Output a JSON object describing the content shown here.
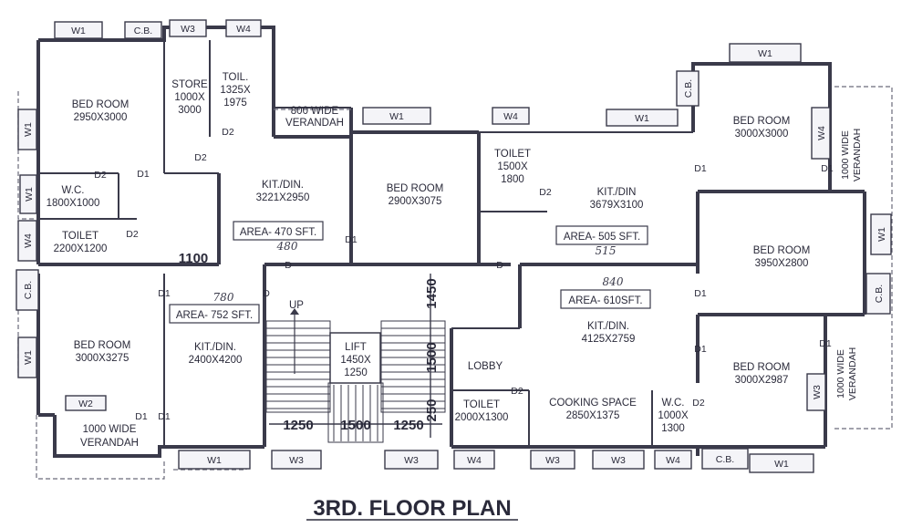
{
  "title": "3RD. FLOOR PLAN",
  "rooms": [
    {
      "id": "bed1",
      "name": "BED ROOM",
      "size": "2950X3000"
    },
    {
      "id": "store",
      "name": "STORE",
      "size": "1000X",
      "size2": "3000"
    },
    {
      "id": "toil1",
      "name": "TOIL.",
      "size": "1325X",
      "size2": "1975"
    },
    {
      "id": "ver1",
      "name": "800 WIDE",
      "size": "VERANDAH"
    },
    {
      "id": "wc1",
      "name": "W.C.",
      "size": "1800X1000"
    },
    {
      "id": "toilet1",
      "name": "TOILET",
      "size": "2200X1200"
    },
    {
      "id": "kit1",
      "name": "KIT./DIN.",
      "size": "3221X2950"
    },
    {
      "id": "bed2",
      "name": "BED ROOM",
      "size": "2900X3075"
    },
    {
      "id": "toilet2",
      "name": "TOILET",
      "size": "1500X",
      "size2": "1800"
    },
    {
      "id": "kit2",
      "name": "KIT./DIN",
      "size": "3679X3100"
    },
    {
      "id": "bed3",
      "name": "BED ROOM",
      "size": "3000X3000"
    },
    {
      "id": "ver2",
      "name": "1000 WIDE",
      "size": "VERANDAH"
    },
    {
      "id": "bed4",
      "name": "BED ROOM",
      "size": "3950X2800"
    },
    {
      "id": "bed5",
      "name": "BED ROOM",
      "size": "3000X3275"
    },
    {
      "id": "kit3",
      "name": "KIT./DIN.",
      "size": "2400X4200"
    },
    {
      "id": "lift",
      "name": "LIFT",
      "size": "1450X",
      "size2": "1250"
    },
    {
      "id": "lobby",
      "name": "LOBBY",
      "size": ""
    },
    {
      "id": "toilet3",
      "name": "TOILET",
      "size": "2000X1300"
    },
    {
      "id": "cook",
      "name": "COOKING SPACE",
      "size": "2850X1375"
    },
    {
      "id": "wc2",
      "name": "W.C.",
      "size": "1000X",
      "size2": "1300"
    },
    {
      "id": "kit4",
      "name": "KIT./DIN.",
      "size": "4125X2759"
    },
    {
      "id": "bed6",
      "name": "BED ROOM",
      "size": "3000X2987"
    },
    {
      "id": "ver3",
      "name": "1000 WIDE",
      "size": "VERANDAH"
    },
    {
      "id": "ver4",
      "name": "1000 WIDE",
      "size": "VERANDAH"
    }
  ],
  "areas": [
    {
      "id": "a1",
      "text": "AREA- 470 SFT.",
      "hand": "480"
    },
    {
      "id": "a2",
      "text": "AREA- 505 SFT.",
      "hand": "515"
    },
    {
      "id": "a3",
      "text": "AREA- 610SFT.",
      "hand": "840"
    },
    {
      "id": "a4",
      "text": "AREA- 752 SFT.",
      "hand": "780"
    }
  ],
  "up_label": "UP",
  "dims": {
    "d1100": "1100",
    "d1250a": "1250",
    "d1500": "1500",
    "d1250b": "1250",
    "d1450": "1450",
    "d1500v": "1500",
    "d250": "250"
  },
  "window_tags": {
    "w1": "W1",
    "w2": "W2",
    "w3": "W3",
    "w4": "W4",
    "cb": "C.B."
  },
  "door_tags": {
    "d": "D",
    "d1": "D1",
    "d2": "D2"
  }
}
